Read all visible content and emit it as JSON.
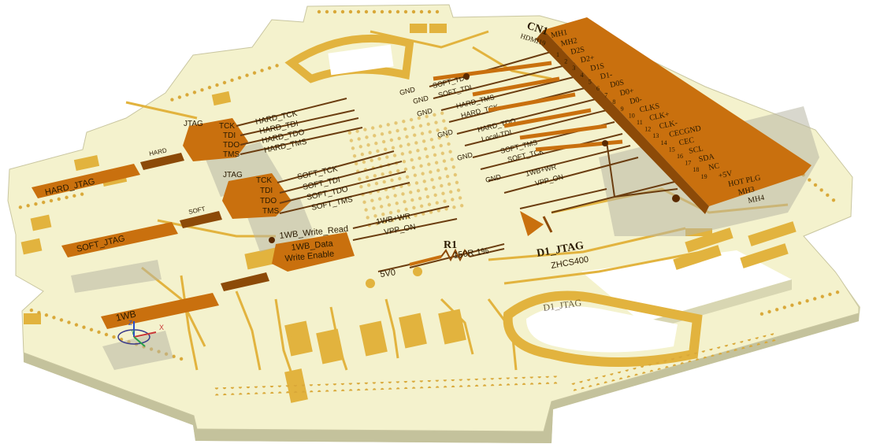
{
  "labels": {
    "hard_jtag": "HARD_JTAG",
    "soft_jtag": "SOFT_JTAG",
    "one_wb": "1WB",
    "jtag": "JTAG",
    "jtag2": "JTAG",
    "hard": "HARD",
    "soft": "SOFT",
    "tck": "TCK",
    "tdi": "TDI",
    "tdo": "TDO",
    "tms": "TMS",
    "tck2": "TCK",
    "tdi2": "TDI",
    "tdo2": "TDO",
    "tms2": "TMS",
    "hard_tck": "HARD_TCK",
    "hard_tdi": "HARD_TDI",
    "hard_tdo": "HARD_TDO",
    "hard_tms": "HARD_TMS",
    "soft_tck": "SOFT_TCK",
    "soft_tdi": "SOFT_TDI",
    "soft_tdo": "SOFT_TDO",
    "soft_tms": "SOFT_TMS",
    "wb_write_read": "1WB_Write_Read",
    "wb_data": "1WB_Data",
    "write_enable": "Write Enable",
    "wb_wr": "1WB+WR",
    "vpp_on": "VPP_ON",
    "r1": "R1",
    "r1_value": "150R 1%",
    "v5": "5V0",
    "d1": "D1_JTAG",
    "d1_part": "ZHCS400",
    "d1_silk": "D1_JTAG",
    "cn1": "CN1",
    "cn1_part": "HDMI19"
  },
  "mid_nets": {
    "soft_tdo": "SOFT_TDO",
    "soft_tdi": "SOFT_TDI",
    "hard_tms": "HARD_TMS",
    "hard_tck": "HARD_TCK",
    "hard_tdo": "HARD_TDO",
    "local_tdi": "Local-TDI",
    "soft_tms": "SOFT_TMS",
    "soft_tck": "SOFT_TCK",
    "wb_wr": "1WB+WR",
    "vpp_on": "VPP_ON"
  },
  "gnd_labels": [
    "GND",
    "GND",
    "GND",
    "GND",
    "GND",
    "GND"
  ],
  "cn_pins": [
    "MH1",
    "MH2",
    "D2S",
    "D2+",
    "D1S",
    "D1-",
    "D0S",
    "D0+",
    "D0-",
    "CLKS",
    "CLK+",
    "CLK-",
    "CECGND",
    "CEC",
    "SCL",
    "SDA",
    "NC",
    "+5V",
    "HOT PLG",
    "MH3",
    "MH4"
  ],
  "cn_pin_numbers": [
    "1",
    "2",
    "3",
    "4",
    "5",
    "6",
    "7",
    "8",
    "9",
    "10",
    "11",
    "12",
    "13",
    "14",
    "15",
    "16",
    "17",
    "18",
    "19"
  ],
  "axis": {
    "z": "Z",
    "y": "Y",
    "x": "X"
  },
  "colors": {
    "board": "#f4f2cd",
    "board_edge": "#c9c6a0",
    "copper": "#e2b33e",
    "component": "#c9700e",
    "component_dark": "#8c4a08",
    "trace": "#6b3d10",
    "shadow": "#b8b7a4"
  }
}
